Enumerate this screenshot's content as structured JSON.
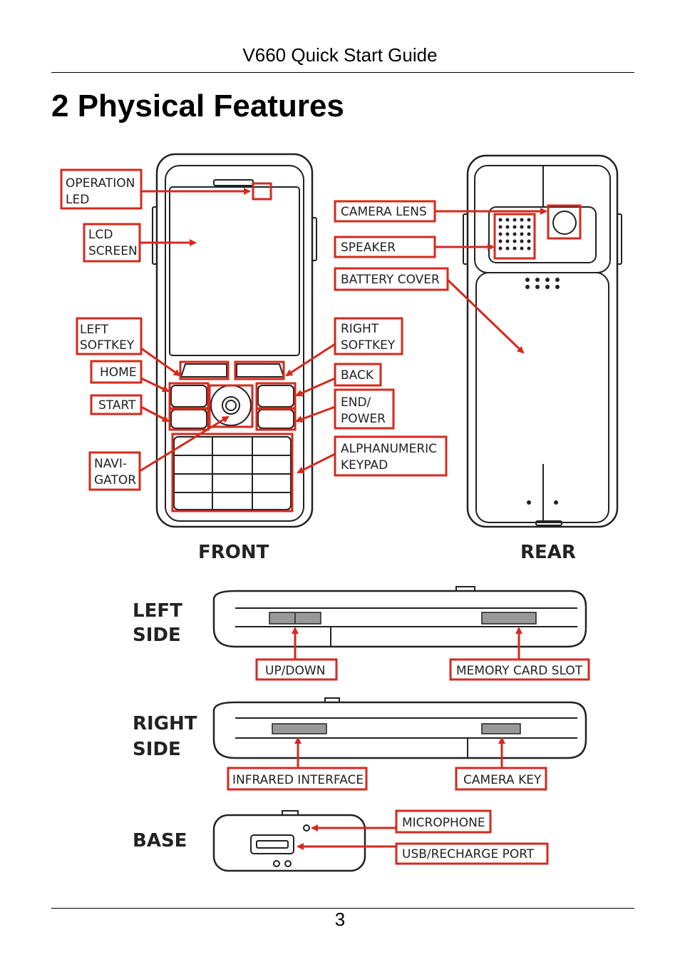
{
  "header": {
    "title": "V660 Quick Start Guide"
  },
  "section": {
    "title": "2 Physical Features"
  },
  "figure": {
    "captions": {
      "front": "FRONT",
      "rear": "REAR",
      "left_side": [
        "LEFT",
        "SIDE"
      ],
      "right_side": [
        "RIGHT",
        "SIDE"
      ],
      "base": "BASE"
    },
    "labels": {
      "operation_led": [
        "OPERATION",
        "LED"
      ],
      "lcd_screen": [
        "LCD",
        "SCREEN"
      ],
      "left_softkey": [
        "LEFT",
        "SOFTKEY"
      ],
      "home": "HOME",
      "start": "START",
      "navigator": [
        "NAVI-",
        "GATOR"
      ],
      "camera_lens": "CAMERA LENS",
      "speaker": "SPEAKER",
      "battery_cover": "BATTERY COVER",
      "right_softkey": [
        "RIGHT",
        "SOFTKEY"
      ],
      "back": "BACK",
      "end_power": [
        "END/",
        "POWER"
      ],
      "alphanumeric_keypad": [
        "ALPHANUMERIC",
        "KEYPAD"
      ],
      "up_down": "UP/DOWN",
      "memory_card_slot": "MEMORY CARD SLOT",
      "infrared_interface": "INFRARED INTERFACE",
      "camera_key": "CAMERA KEY",
      "microphone": "MICROPHONE",
      "usb_recharge_port": "USB/RECHARGE PORT"
    },
    "colors": {
      "callout": "#d42a1e",
      "outline": "#222222"
    }
  },
  "footer": {
    "page_number": "3"
  }
}
